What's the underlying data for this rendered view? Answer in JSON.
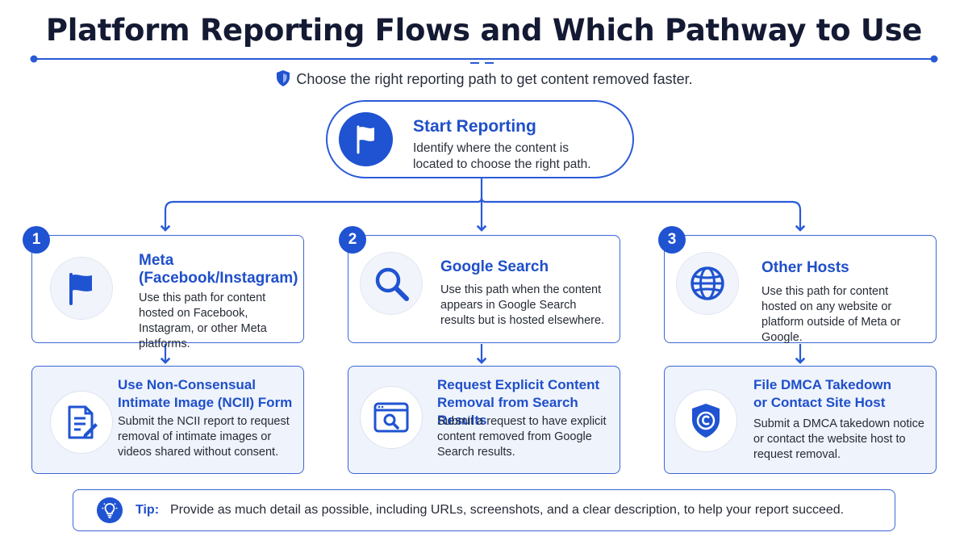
{
  "header": {
    "title": "Platform Reporting Flows and Which Pathway to Use",
    "subtitle": "Choose the right reporting path to get content removed faster."
  },
  "start": {
    "heading": "Start Reporting",
    "description": "Identify where the content is located to choose the right path."
  },
  "paths": [
    {
      "number": "1",
      "icon": "flag-icon",
      "heading_line1": "Meta",
      "heading_line2": "(Facebook/Instagram)",
      "description": "Use this path for content hosted on Facebook, Instagram, or other Meta platforms.",
      "action": {
        "icon": "form-icon",
        "heading_line1": "Use Non-Consensual",
        "heading_line2": "Intimate Image (NCII) Form",
        "description": "Submit the NCII report to request removal of intimate images or videos shared without consent."
      }
    },
    {
      "number": "2",
      "icon": "search-icon",
      "heading_line1": "Google Search",
      "heading_line2": "",
      "description": "Use this path when the content appears in Google Search results but is hosted elsewhere.",
      "action": {
        "icon": "browser-search-icon",
        "heading_line1": "Request Explicit Content",
        "heading_line2": "Removal from Search Results",
        "description": "Submit a request to have explicit content removed from Google Search results."
      }
    },
    {
      "number": "3",
      "icon": "globe-icon",
      "heading_line1": "Other Hosts",
      "heading_line2": "",
      "description": "Use this path for content hosted on any website or platform outside of Meta or Google.",
      "action": {
        "icon": "copyright-shield-icon",
        "heading_line1": "File DMCA Takedown",
        "heading_line2": "or Contact Site Host",
        "description": "Submit a DMCA takedown notice or contact the website host to request removal."
      }
    }
  ],
  "tip": {
    "label": "Tip:",
    "text": "Provide as much detail as possible, including URLs, screenshots, and a clear description, to help your report succeed."
  },
  "colors": {
    "accent": "#1f53d1",
    "heading": "#1f4fc9",
    "title": "#141a33",
    "card_border": "#3d66d6",
    "action_card_bg": "#eef3fc"
  }
}
